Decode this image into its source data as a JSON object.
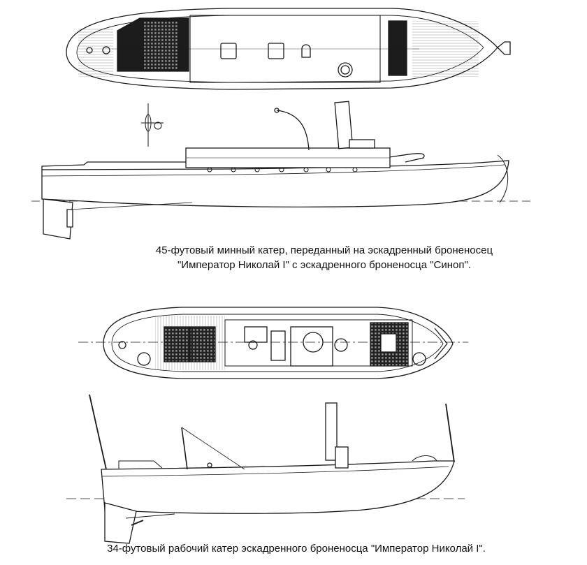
{
  "captions": {
    "boat_45ft_line1": "45-футовый минный катер, переданный на эскадренный броненосец",
    "boat_45ft_line2": "\"Император Николай I\" с эскадренного броненосца \"Синоп\".",
    "boat_34ft": "34-футовый рабочий катер эскадренного броненосца \"Император Николай I\"."
  },
  "colors": {
    "line": "#1a1a1a",
    "dark_fill": "#1c1c1c",
    "paper": "#ffffff"
  }
}
